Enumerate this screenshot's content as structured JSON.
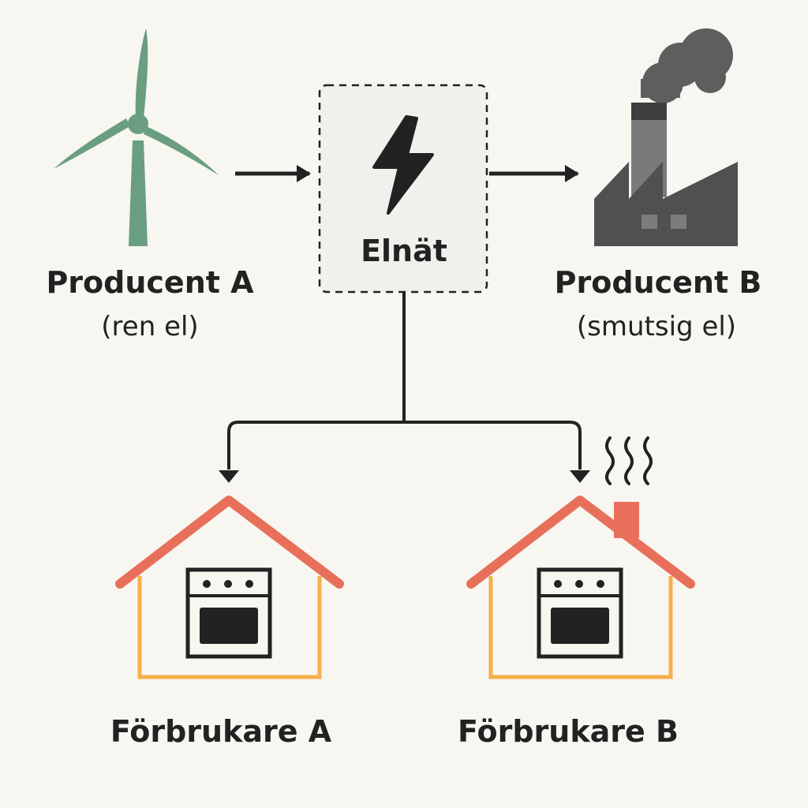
{
  "grid": {
    "label": "Elnät"
  },
  "producers": [
    {
      "name": "Producent A",
      "type": "(ren el)",
      "icon": "wind-turbine-icon",
      "color": "#6a9e80"
    },
    {
      "name": "Producent B",
      "type": "(smutsig el)",
      "icon": "factory-icon",
      "color": "#5a5a5a"
    }
  ],
  "consumers": [
    {
      "name": "Förbrukare A",
      "icon": "house-icon"
    },
    {
      "name": "Förbrukare B",
      "icon": "house-with-smoking-chimney-icon"
    }
  ],
  "colors": {
    "roof": "#e8705a",
    "walls": "#f5b04a",
    "ink": "#222222"
  }
}
